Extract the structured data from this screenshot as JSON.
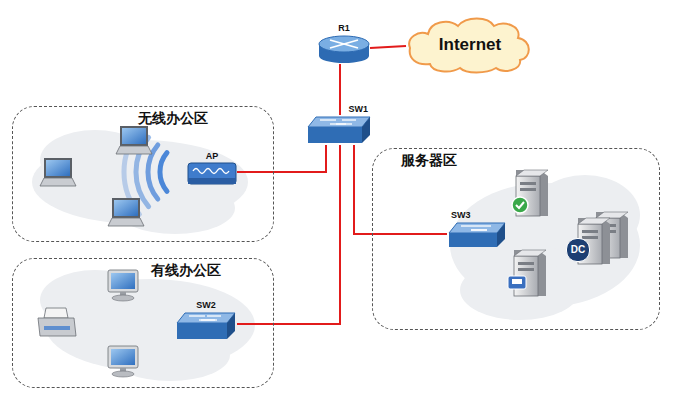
{
  "diagram": {
    "nodes": [
      {
        "text": [
          "R1"
        ]
      },
      {
        "text": [
          "Internet"
        ]
      },
      {
        "text": [
          "SW1"
        ]
      },
      {
        "text": [
          "无线办公区"
        ]
      },
      {
        "text": [
          "AP"
        ],
        "in": 3
      },
      {
        "text": [
          "服务器区"
        ]
      },
      {
        "text": [
          "SW3"
        ],
        "in": 5
      },
      {
        "text": [
          "有线办公区"
        ]
      },
      {
        "text": [
          "SW2"
        ],
        "in": 7
      }
    ],
    "edges": [
      {
        "from": 0,
        "to": 1,
        "arrow": "none"
      },
      {
        "from": 0,
        "to": 2,
        "arrow": "none"
      },
      {
        "from": 2,
        "to": 4,
        "arrow": "none"
      },
      {
        "from": 2,
        "to": 6,
        "arrow": "none"
      },
      {
        "from": 2,
        "to": 8,
        "arrow": "none"
      }
    ],
    "labels": [
      "DC"
    ]
  }
}
